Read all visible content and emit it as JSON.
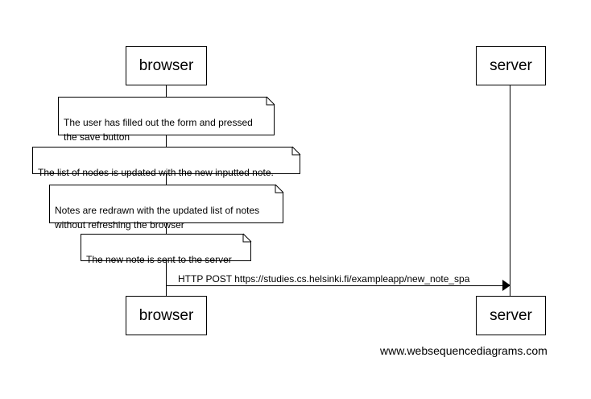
{
  "participants": {
    "browser": "browser",
    "server": "server"
  },
  "notes": [
    "The user has filled out the form and pressed\nthe save button",
    "The list of nodes is updated with the new inputted note.",
    "Notes are redrawn with the updated list of notes\nwithout refreshing the browser",
    "The new note is sent to the server"
  ],
  "message": {
    "label": "HTTP POST https://studies.cs.helsinki.fi/exampleapp/new_note_spa"
  },
  "watermark": "www.websequencediagrams.com"
}
